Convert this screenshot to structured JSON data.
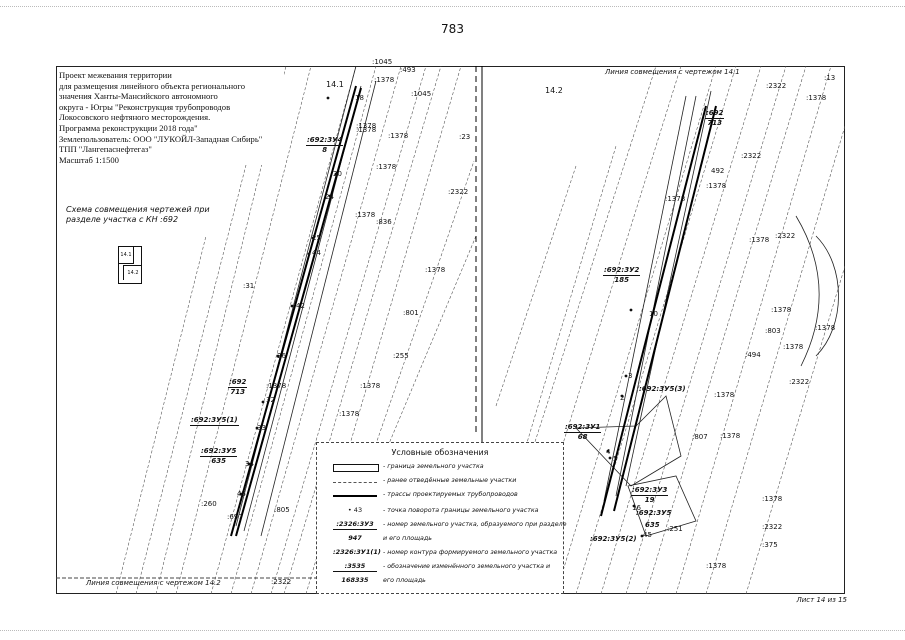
{
  "page": {
    "number": "783",
    "footer": "Лист 14 из 15"
  },
  "title_block": {
    "lines": [
      "Проект межевания территории",
      "для размещения линейного объекта регионального",
      "значения Ханты-Мансийского автономного",
      "округа - Югры \"Реконструкция трубопроводов",
      "Локосовского нефтяного месторождения.",
      "Программа реконструкции 2018 года\"",
      "Землепользователь: ООО \"ЛУКОЙЛ-Западная Сибирь\"",
      "ТПП \"Лангепаснефтегаз\"",
      "Масштаб 1:1500"
    ]
  },
  "scheme": {
    "line1": "Схема совмещения чертежей при",
    "line2": "разделе участка с КН :692",
    "sheet_a": "14.1",
    "sheet_b": "14.2"
  },
  "sheets": {
    "left": "14.1",
    "right": "14.2"
  },
  "match_lines": {
    "bottom_left": "Линия совмещения с чертежом 14.2",
    "top_right": "Линия совмещения с чертежом 14.1"
  },
  "legend": {
    "title": "Условные обозначения",
    "items": [
      {
        "symbol": "",
        "text": "- граница земельного участка"
      },
      {
        "symbol": "",
        "text": "- ранее отведённые земельные участки"
      },
      {
        "symbol": "",
        "text": "- трассы проектируемых трубопроводов"
      },
      {
        "symbol": "• 43",
        "text": "- точка поворота границы земельного участка"
      },
      {
        "symbol": ":2326:3У3",
        "text": "- номер земельного участка, образуемого при разделе"
      },
      {
        "symbol": "947",
        "text": "и его площадь"
      },
      {
        "symbol": ":2326:3У1(1)",
        "text": "- номер контура формируемого земельного участка"
      },
      {
        "symbol": ":3535",
        "text": "- обозначение изменённого земельного участка и"
      },
      {
        "symbol": "168335",
        "text": "его площадь"
      }
    ]
  },
  "labels_left": [
    {
      "t": ":493",
      "c": "lbl"
    },
    {
      "t": ":1378",
      "c": "lbl"
    },
    {
      "t": ":1045",
      "c": "lbl"
    },
    {
      "t": "18",
      "c": "lbl"
    },
    {
      "t": ":1045",
      "c": "lbl"
    },
    {
      "t": ":1378",
      "c": "lbl"
    },
    {
      "t": ":1378",
      "c": "lbl"
    },
    {
      "t": ":1378",
      "c": "lbl"
    },
    {
      "t": ":23",
      "c": "lbl"
    },
    {
      "t": ":1378",
      "c": "lbl"
    },
    {
      "t": "20",
      "c": "lbl"
    },
    {
      "t": "24",
      "c": "lbl"
    },
    {
      "t": ":2322",
      "c": "lbl"
    },
    {
      "t": ":1378",
      "c": "lbl"
    },
    {
      "t": ":836",
      "c": "lbl"
    },
    {
      "t": "25",
      "c": "lbl"
    },
    {
      "t": "44",
      "c": "lbl"
    },
    {
      "t": ":1378",
      "c": "lbl"
    },
    {
      "t": ":31",
      "c": "lbl"
    },
    {
      "t": "42",
      "c": "lbl"
    },
    {
      "t": ":801",
      "c": "lbl"
    },
    {
      "t": "26",
      "c": "lbl"
    },
    {
      "t": ":255",
      "c": "lbl"
    },
    {
      "t": ":1378",
      "c": "lbl"
    },
    {
      "t": "32",
      "c": "lbl"
    },
    {
      "t": ":1378",
      "c": "lbl"
    },
    {
      "t": "33",
      "c": "lbl"
    },
    {
      "t": "34",
      "c": "lbl"
    },
    {
      "t": "45",
      "c": "lbl"
    },
    {
      "t": ":260",
      "c": "lbl"
    },
    {
      "t": ":697",
      "c": "lbl"
    },
    {
      "t": ":805",
      "c": "lbl"
    },
    {
      "t": ":2322",
      "c": "lbl"
    },
    {
      "t": ":1378",
      "c": "lbl"
    }
  ],
  "labels_right": [
    {
      "t": ":13",
      "c": "lbl"
    },
    {
      "t": ":2322",
      "c": "lbl"
    },
    {
      "t": ":1378",
      "c": "lbl"
    },
    {
      "t": ":2322",
      "c": "lbl"
    },
    {
      "t": "492",
      "c": "lbl"
    },
    {
      "t": ":1378",
      "c": "lbl"
    },
    {
      "t": ":1378",
      "c": "lbl"
    },
    {
      "t": ":1378",
      "c": "lbl"
    },
    {
      "t": ":2322",
      "c": "lbl"
    },
    {
      "t": ":1378",
      "c": "lbl"
    },
    {
      "t": "10",
      "c": "lbl"
    },
    {
      "t": ":803",
      "c": "lbl"
    },
    {
      "t": ":1378",
      "c": "lbl"
    },
    {
      "t": ":1378",
      "c": "lbl"
    },
    {
      "t": ":494",
      "c": "lbl"
    },
    {
      "t": "3",
      "c": "lbl"
    },
    {
      "t": ":2322",
      "c": "lbl"
    },
    {
      "t": "2",
      "c": "lbl"
    },
    {
      "t": ":1378",
      "c": "lbl"
    },
    {
      "t": ":807",
      "c": "lbl"
    },
    {
      "t": ":1378",
      "c": "lbl"
    },
    {
      "t": "4",
      "c": "lbl"
    },
    {
      "t": "5",
      "c": "lbl"
    },
    {
      "t": ":1378",
      "c": "lbl"
    },
    {
      "t": "16",
      "c": "lbl"
    },
    {
      "t": "45",
      "c": "lbl"
    },
    {
      "t": ":251",
      "c": "lbl"
    },
    {
      "t": ":2322",
      "c": "lbl"
    },
    {
      "t": ":375",
      "c": "lbl"
    },
    {
      "t": ":1378",
      "c": "lbl"
    }
  ],
  "parcels": [
    {
      "num": ":692:3У4",
      "area": "8"
    },
    {
      "num": ":692",
      "area": "713"
    },
    {
      "num": ":692:3У5(1)",
      "area": ""
    },
    {
      "num": ":692:3У5",
      "area": "635"
    },
    {
      "num": ":692",
      "area": "713"
    },
    {
      "num": ":692:3У2",
      "area": "185"
    },
    {
      "num": ":692:3У5(3)",
      "area": ""
    },
    {
      "num": ":692:3У1",
      "area": "68"
    },
    {
      "num": ":692:3У3",
      "area": "19"
    },
    {
      "num": ":692:3У5",
      "area": ""
    },
    {
      "num": "635",
      "area": ""
    },
    {
      "num": ":692:3У5(2)",
      "area": ""
    }
  ]
}
